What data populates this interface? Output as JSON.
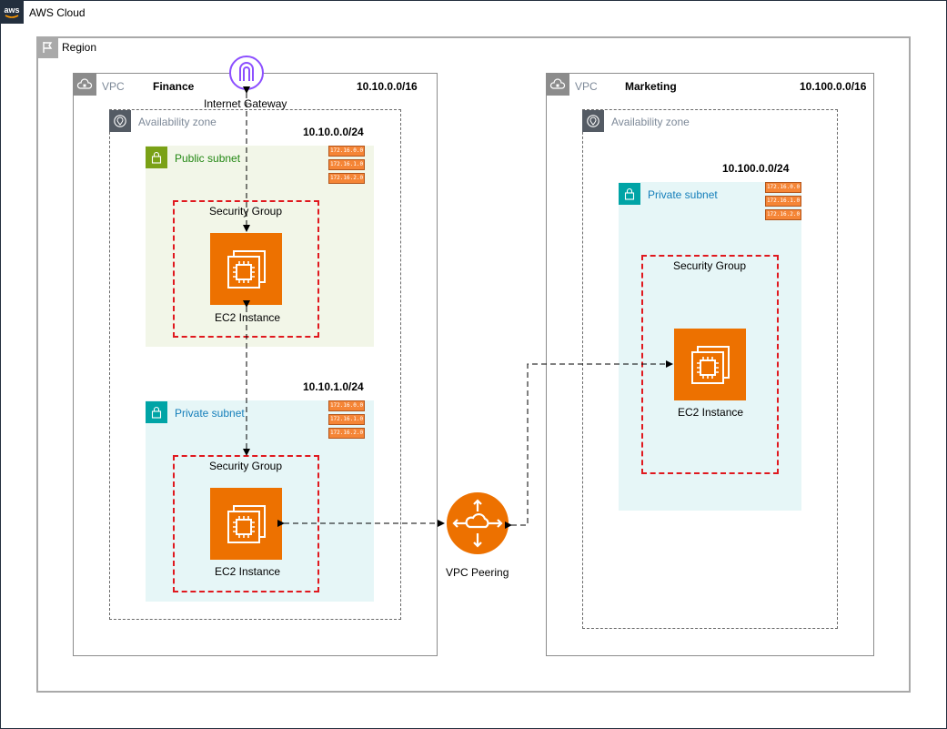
{
  "cloud": {
    "label": "AWS Cloud",
    "logo_text": "aws"
  },
  "region": {
    "label": "Region"
  },
  "vpcs": [
    {
      "label": "VPC",
      "name": "Finance",
      "cidr": "10.10.0.0/16",
      "az_label": "Availability zone",
      "subnets": [
        {
          "type": "public",
          "label": "Public subnet",
          "cidr": "10.10.0.0/24",
          "routes": [
            "172.16.0.0",
            "172.16.1.0",
            "172.16.2.0"
          ],
          "sg_label": "Security Group",
          "instance_label": "EC2 Instance"
        },
        {
          "type": "private",
          "label": "Private subnet",
          "cidr": "10.10.1.0/24",
          "routes": [
            "172.16.0.0",
            "172.16.1.0",
            "172.16.2.0"
          ],
          "sg_label": "Security Group",
          "instance_label": "EC2 Instance"
        }
      ]
    },
    {
      "label": "VPC",
      "name": "Marketing",
      "cidr": "10.100.0.0/16",
      "az_label": "Availability zone",
      "subnets": [
        {
          "type": "private",
          "label": "Private subnet",
          "cidr": "10.100.0.0/24",
          "routes": [
            "172.16.0.0",
            "172.16.1.0",
            "172.16.2.0"
          ],
          "sg_label": "Security Group",
          "instance_label": "EC2 Instance"
        }
      ]
    }
  ],
  "internet_gateway": {
    "label": "Internet Gateway"
  },
  "vpc_peering": {
    "label": "VPC Peering"
  },
  "colors": {
    "ec2": "#ed7100",
    "security_group": "#e0181e",
    "public_subnet": "#f2f6e8",
    "private_subnet": "#e6f6f7",
    "public_text": "#248814",
    "private_text": "#147eba",
    "igw": "#8c4fff",
    "peering": "#ed7100"
  }
}
